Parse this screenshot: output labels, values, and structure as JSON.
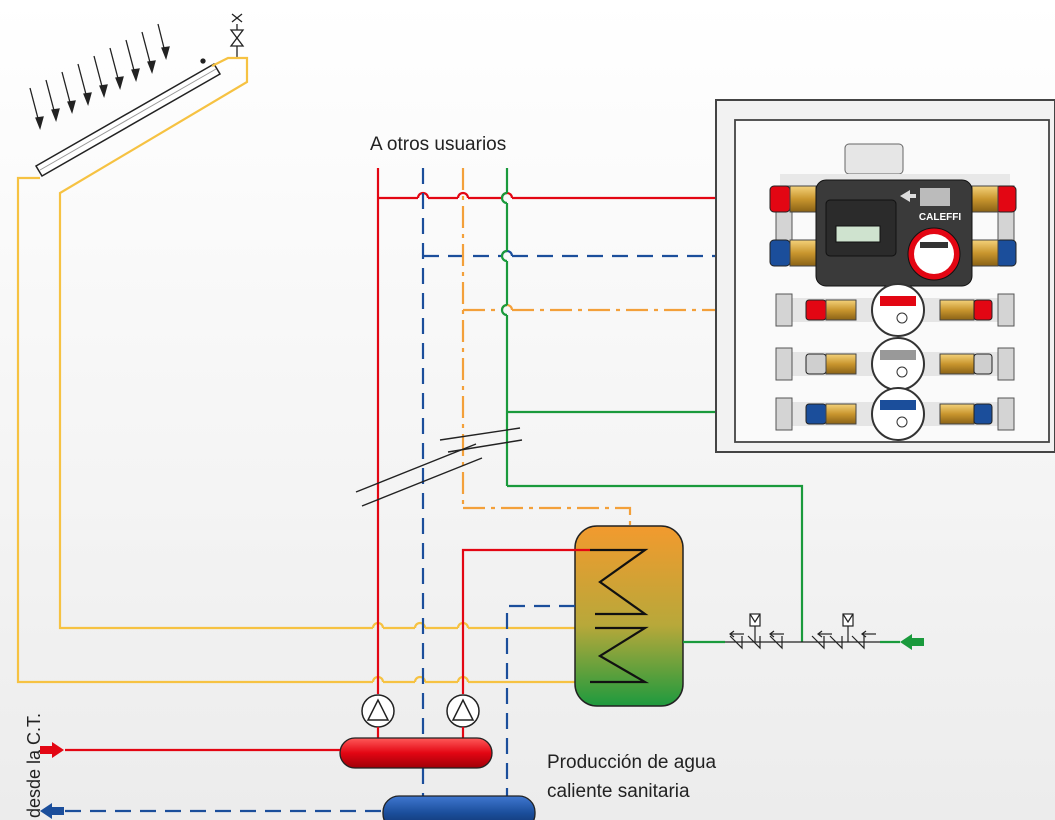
{
  "labels": {
    "other_users": "A otros usuarios",
    "production_line1": "Producción de agua",
    "production_line2": "caliente sanitaria",
    "from_ct": "desde la C.T."
  },
  "brand": "CALEFFI",
  "colors": {
    "hot_supply": "#e30613",
    "cold_return": "#1b4e9b",
    "dhw": "#f3a03a",
    "cold_water": "#1a9a3c",
    "solar": "#f6c242",
    "cabinet": "#444444"
  },
  "icons": [
    "sun-rays-icon",
    "air-vent-icon",
    "pump-icon",
    "check-valve-icon",
    "flow-arrow-icon",
    "heat-meter-icon",
    "water-meter-icon"
  ]
}
